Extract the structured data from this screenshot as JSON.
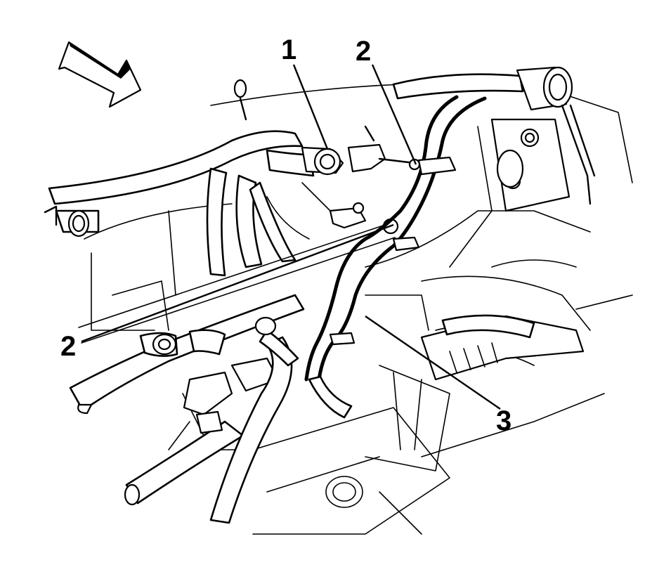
{
  "callouts": [
    {
      "label": "1"
    },
    {
      "label": "2"
    },
    {
      "label": "2"
    },
    {
      "label": "3"
    }
  ],
  "icons": {
    "direction_arrow": "direction-arrow-icon"
  }
}
